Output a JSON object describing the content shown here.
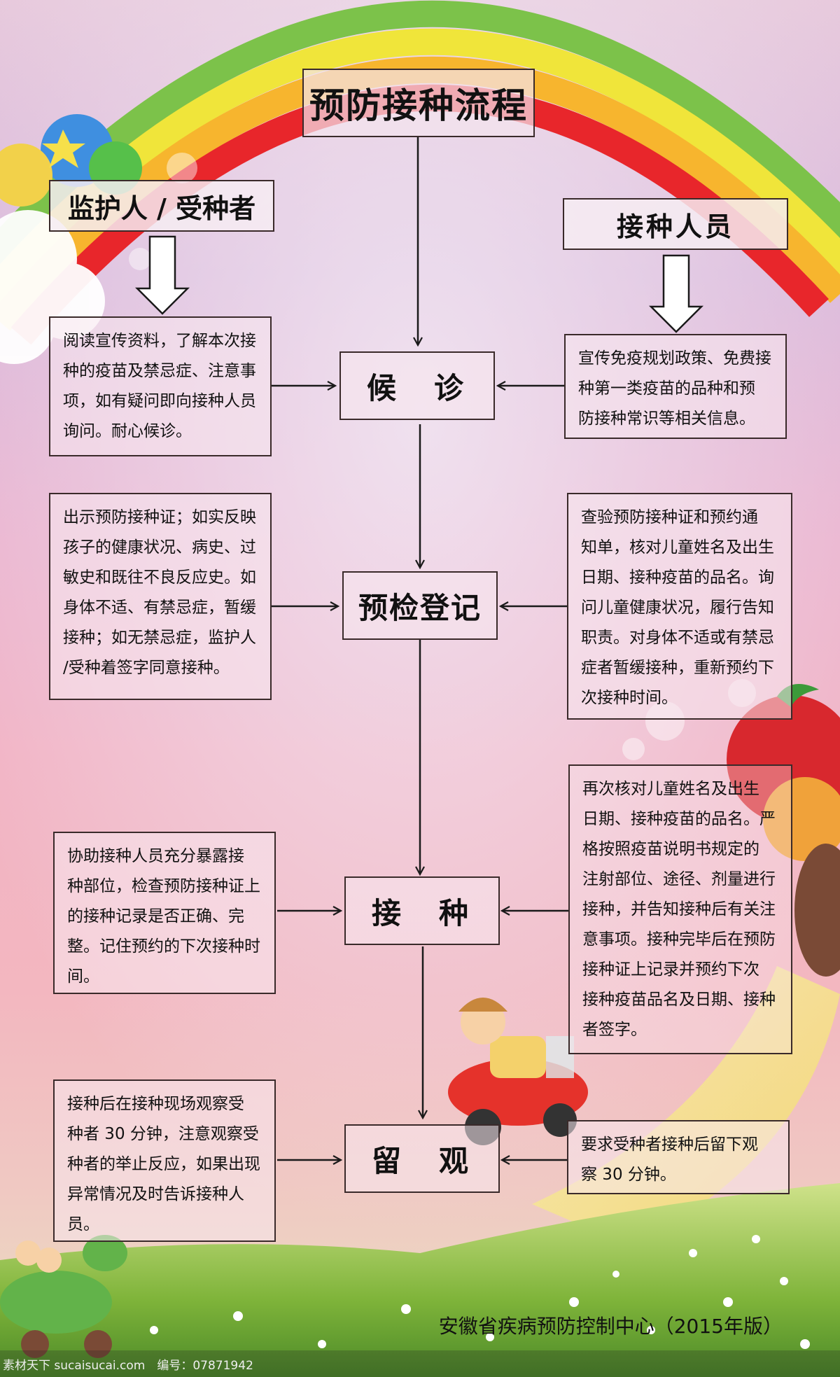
{
  "diagram": {
    "title": "预防接种流程",
    "roles": {
      "left": "监护人 / 受种者",
      "right": "接种人员"
    },
    "steps": [
      "候　诊",
      "预检登记",
      "接　种",
      "留　观"
    ],
    "left_notes": [
      "阅读宣传资料，了解本次接\n种的疫苗及禁忌症、注意事\n项，如有疑问即向接种人员\n询问。耐心候诊。",
      "出示预防接种证；如实反映\n孩子的健康状况、病史、过\n敏史和既往不良反应史。如\n身体不适、有禁忌症，暂缓\n接种；如无禁忌症，监护人\n/受种着签字同意接种。",
      "协助接种人员充分暴露接\n种部位，检查预防接种证上\n的接种记录是否正确、完\n整。记住预约的下次接种时\n间。",
      "接种后在接种现场观察受\n种者 30 分钟，注意观察受\n种者的举止反应，如果出现\n异常情况及时告诉接种人\n员。"
    ],
    "right_notes": [
      "宣传免疫规划政策、免费接\n种第一类疫苗的品种和预\n防接种常识等相关信息。",
      "查验预防接种证和预约通\n知单，核对儿童姓名及出生\n日期、接种疫苗的品名。询\n问儿童健康状况，履行告知\n职责。对身体不适或有禁忌\n症者暂缓接种，重新预约下\n次接种时间。",
      "再次核对儿童姓名及出生\n日期、接种疫苗的品名。严\n格按照疫苗说明书规定的\n注射部位、途径、剂量进行\n接种，并告知接种后有关注\n意事项。接种完毕后在预防\n接种证上记录并预约下次\n接种疫苗品名及日期、接种\n者签字。",
      "要求受种者接种后留下观\n察 30 分钟。"
    ],
    "footer": "安徽省疾病预防控制中心（2015年版）",
    "watermark": "素材天下 sucaisucai.com　编号：07871942"
  },
  "colors": {
    "rainbow": [
      "#f0e53a",
      "#f7b52e",
      "#e8262b",
      "#c21f28"
    ],
    "grass": "#7fb43a",
    "line": "#1a1a1a"
  }
}
